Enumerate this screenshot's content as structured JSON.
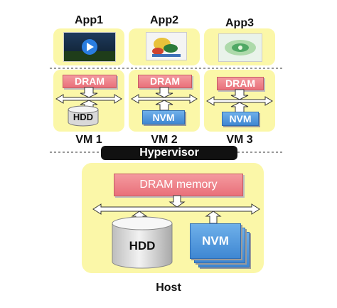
{
  "apps": [
    {
      "label": "App1",
      "vm": "VM 1",
      "memory": "DRAM",
      "storage": "HDD"
    },
    {
      "label": "App2",
      "vm": "VM 2",
      "memory": "DRAM",
      "storage": "NVM"
    },
    {
      "label": "App3",
      "vm": "VM 3",
      "memory": "DRAM",
      "storage": "NVM"
    }
  ],
  "hypervisor": "Hypervisor",
  "host": {
    "memory": "DRAM memory",
    "hdd": "HDD",
    "nvm": "NVM",
    "label": "Host"
  }
}
